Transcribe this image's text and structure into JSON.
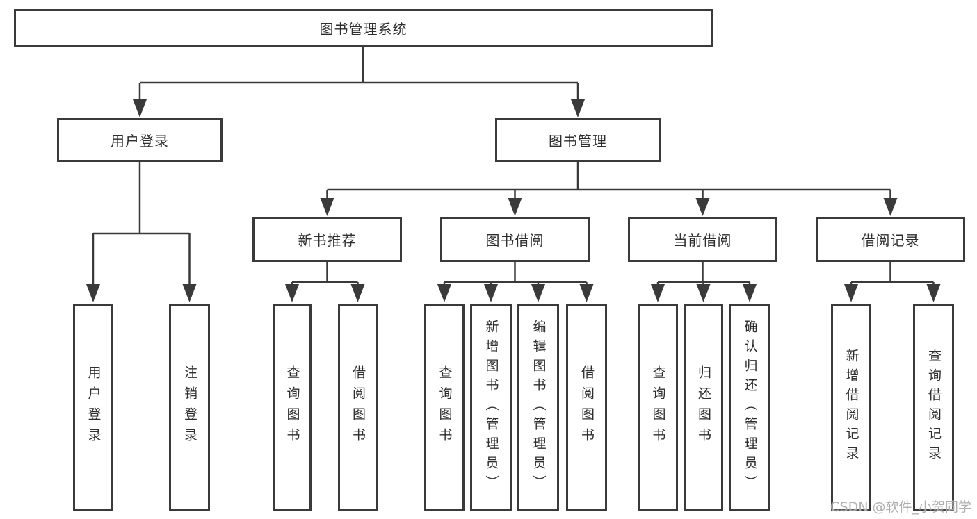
{
  "tree": {
    "root": {
      "label": "图书管理系统"
    },
    "user_login": {
      "label": "用户登录",
      "children": [
        {
          "label": "用户登录"
        },
        {
          "label": "注销登录"
        }
      ]
    },
    "book_mgmt": {
      "label": "图书管理",
      "children": [
        {
          "label": "新书推荐",
          "children": [
            {
              "label": "查询图书"
            },
            {
              "label": "借阅图书"
            }
          ]
        },
        {
          "label": "图书借阅",
          "children": [
            {
              "label": "查询图书"
            },
            {
              "label": "新增图书（管理员）"
            },
            {
              "label": "编辑图书（管理员）"
            },
            {
              "label": "借阅图书"
            }
          ]
        },
        {
          "label": "当前借阅",
          "children": [
            {
              "label": "查询图书"
            },
            {
              "label": "归还图书"
            },
            {
              "label": "确认归还（管理员）"
            }
          ]
        },
        {
          "label": "借阅记录",
          "children": [
            {
              "label": "新增借阅记录"
            },
            {
              "label": "查询借阅记录"
            }
          ]
        }
      ]
    }
  },
  "watermark": "CSDN @软件_小贺同学",
  "colors": {
    "line": "#3a3a3a",
    "box_border": "#3a3a3a",
    "box_fill": "#ffffff",
    "text": "#2e2e2e",
    "watermark": "#a8a8a8"
  }
}
